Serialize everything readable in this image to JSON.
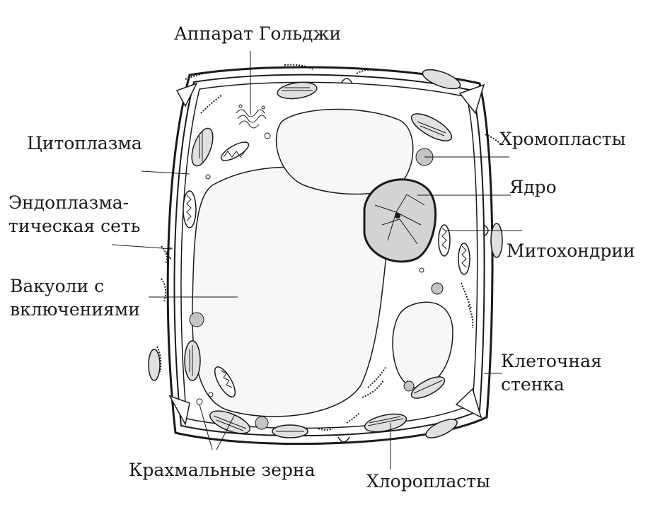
{
  "labels": {
    "golgi": "Аппарат Гольджи",
    "cytoplasm": "Цитоплазма",
    "er": "Эндоплазма-\nтическая сеть",
    "vacuole": "Вакуоли с\nвключениями",
    "chromoplasts": "Хромопласты",
    "nucleus": "Ядро",
    "mitochondria": "Митохондрии",
    "cell_wall": "Клеточная\nстенка",
    "starch": "Крахмальные зерна",
    "chloroplasts": "Хлоропласты"
  },
  "colors": {
    "ink": "#1a1a1a",
    "cytoplasm": "#ffffff",
    "vacuole": "#f7f7f7",
    "nucleus": "#d3d3d3",
    "organelle": "#e0e0e0",
    "grain": "#c4c4c4"
  }
}
